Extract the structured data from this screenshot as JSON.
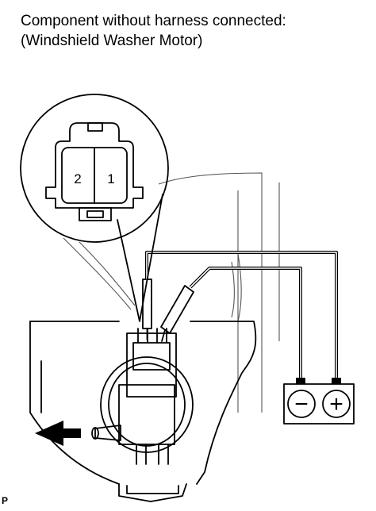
{
  "caption": {
    "line1": "Component without harness connected:",
    "line2": "(Windshield Washer Motor)"
  },
  "connector": {
    "pin_left": "2",
    "pin_right": "1"
  },
  "battery": {
    "negative_symbol": "−",
    "positive_symbol": "+"
  },
  "corner_label": "P",
  "icons": [
    "flow-arrow-icon",
    "battery-icon"
  ]
}
